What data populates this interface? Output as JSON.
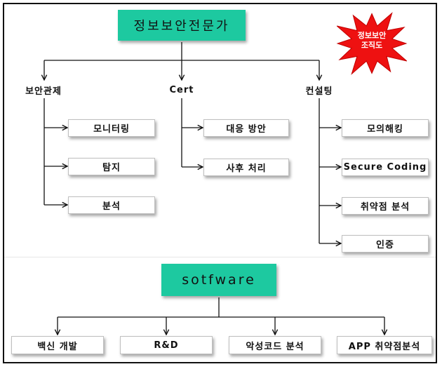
{
  "title": "정보보안전문가",
  "badge": {
    "line1": "정보보안",
    "line2": "조직도",
    "color": "#ee1111"
  },
  "accent_color": "#1dc9a0",
  "departments": [
    {
      "label": "보안관제",
      "items": [
        "모니터링",
        "탐지",
        "분석"
      ]
    },
    {
      "label": "Cert",
      "items": [
        "대응 방안",
        "사후 처리"
      ]
    },
    {
      "label": "컨설팅",
      "items": [
        "모의해킹",
        "Secure Coding",
        "취약점 분석",
        "인증"
      ]
    }
  ],
  "software": {
    "title": "sotfware",
    "items": [
      "백신 개발",
      "R&D",
      "악성코드 분석",
      "APP 취약점분석"
    ]
  }
}
